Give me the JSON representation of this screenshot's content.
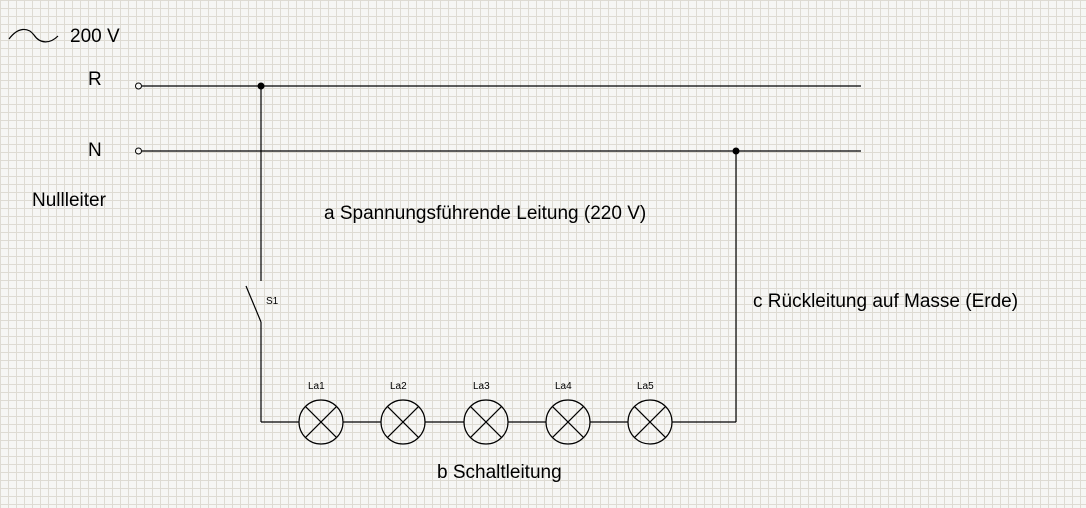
{
  "supply": {
    "voltage": "200 V",
    "ac_symbol": "sine-wave-icon"
  },
  "lines": {
    "phase": "R",
    "neutral": "N",
    "neutral_name": "Nullleiter"
  },
  "descriptions": {
    "a": "a Spannungsführende Leitung (220 V)",
    "b": "b Schaltleitung",
    "c": "c Rückleitung auf Masse (Erde)"
  },
  "switch": {
    "label": "S1"
  },
  "lamps": [
    "La1",
    "La2",
    "La3",
    "La4",
    "La5"
  ]
}
